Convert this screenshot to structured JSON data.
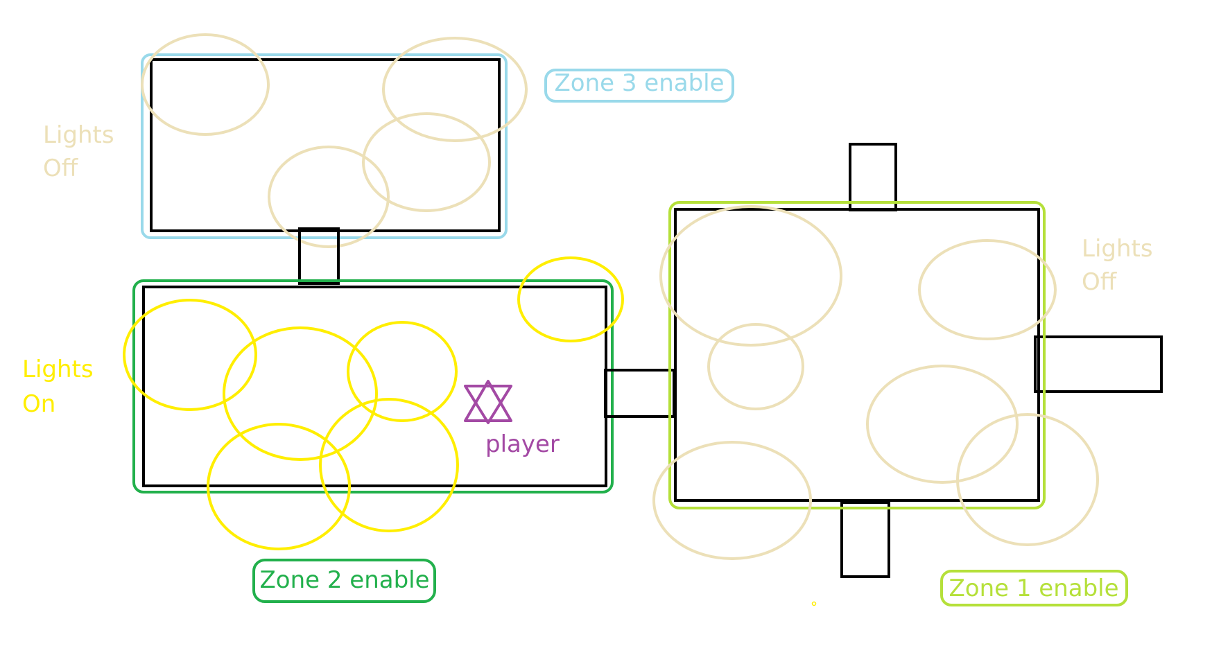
{
  "colors": {
    "background": "#ffffff",
    "room_outline": "#000000",
    "lights_off": "#ece0b8",
    "lights_on": "#ffee00",
    "zone1": "#b5e03a",
    "zone2": "#22b04c",
    "zone3": "#99d9ea",
    "player": "#a349a4"
  },
  "labels": {
    "zone1": "Zone 1 enable",
    "zone2": "Zone 2 enable",
    "zone3": "Zone 3 enable",
    "lights_off_zone3_line1": "Lights",
    "lights_off_zone3_line2": "Off",
    "lights_on_zone2_line1": "Lights",
    "lights_on_zone2_line2": "On",
    "lights_off_zone1_line1": "Lights",
    "lights_off_zone1_line2": "Off",
    "player": "player"
  },
  "icons": {
    "player": "star-of-david-icon"
  }
}
